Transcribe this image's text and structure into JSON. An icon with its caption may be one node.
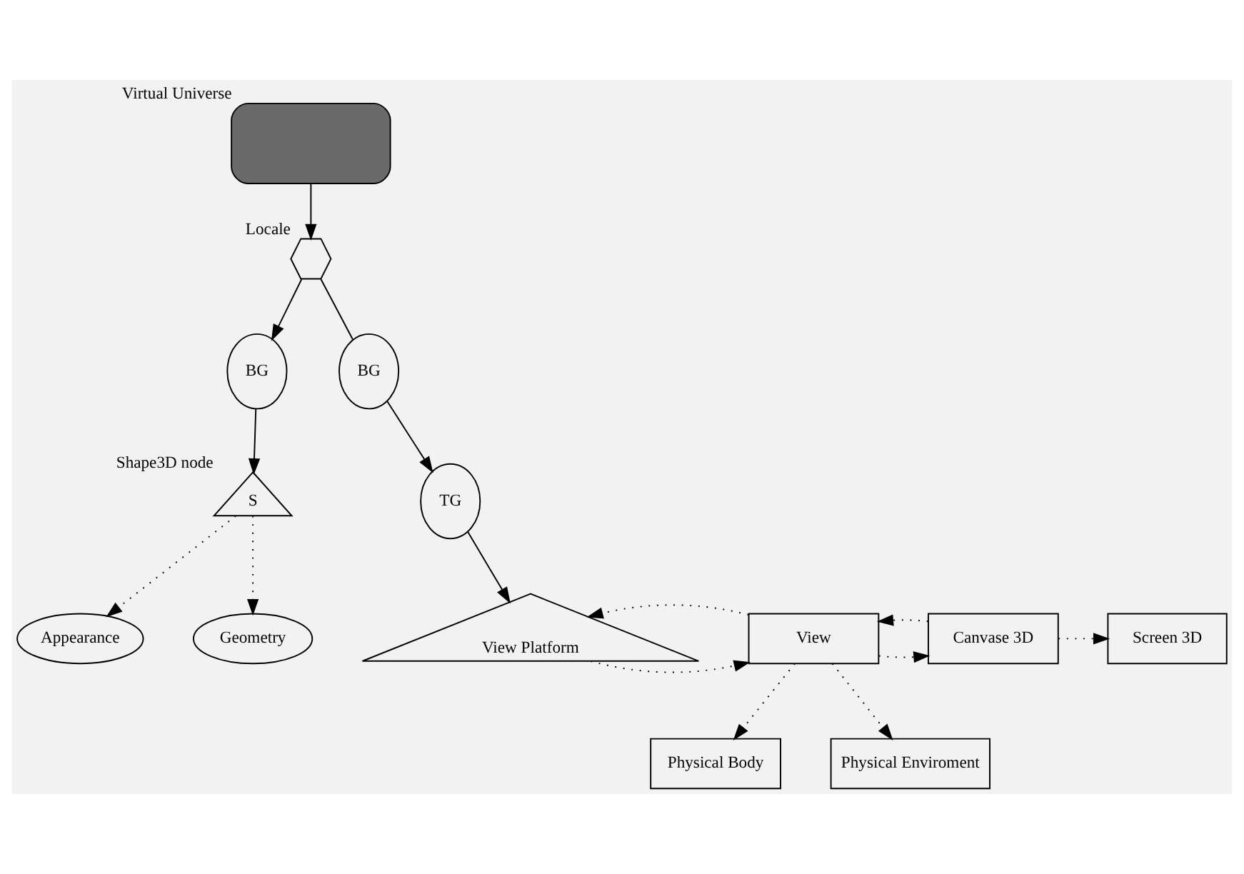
{
  "diagram": {
    "nodes": [
      {
        "text": [
          "Virtual Universe"
        ]
      },
      {
        "text": [
          "Locale"
        ]
      },
      {
        "text": [
          "BG"
        ]
      },
      {
        "text": [
          "BG"
        ]
      },
      {
        "text": [
          "S",
          "Shape3D node"
        ]
      },
      {
        "text": [
          "Appearance"
        ]
      },
      {
        "text": [
          "Geometry"
        ]
      },
      {
        "text": [
          "TG"
        ]
      },
      {
        "text": [
          "View Platform"
        ]
      },
      {
        "text": [
          "View"
        ]
      },
      {
        "text": [
          "Canvase 3D"
        ]
      },
      {
        "text": [
          "Screen 3D"
        ]
      },
      {
        "text": [
          "Physical Body"
        ]
      },
      {
        "text": [
          "Physical Enviroment"
        ]
      }
    ],
    "edges": [
      {
        "from": 0,
        "to": 1,
        "arrow": "to"
      },
      {
        "from": 1,
        "to": 2,
        "arrow": "to"
      },
      {
        "from": 1,
        "to": 3,
        "arrow": "none"
      },
      {
        "from": 2,
        "to": 4,
        "arrow": "to"
      },
      {
        "from": 4,
        "to": 5,
        "arrow": "to",
        "style": "dashed"
      },
      {
        "from": 4,
        "to": 6,
        "arrow": "to",
        "style": "dashed"
      },
      {
        "from": 3,
        "to": 7,
        "arrow": "to"
      },
      {
        "from": 7,
        "to": 8,
        "arrow": "to"
      },
      {
        "from": 8,
        "to": 9,
        "arrow": "to",
        "style": "dashed"
      },
      {
        "from": 9,
        "to": 8,
        "arrow": "to",
        "style": "dashed"
      },
      {
        "from": 9,
        "to": 10,
        "arrow": "to",
        "style": "dashed"
      },
      {
        "from": 10,
        "to": 9,
        "arrow": "to",
        "style": "dashed"
      },
      {
        "from": 10,
        "to": 11,
        "arrow": "to",
        "style": "dashed"
      },
      {
        "from": 9,
        "to": 12,
        "arrow": "to",
        "style": "dashed"
      },
      {
        "from": 9,
        "to": 13,
        "arrow": "to",
        "style": "dashed"
      }
    ]
  }
}
